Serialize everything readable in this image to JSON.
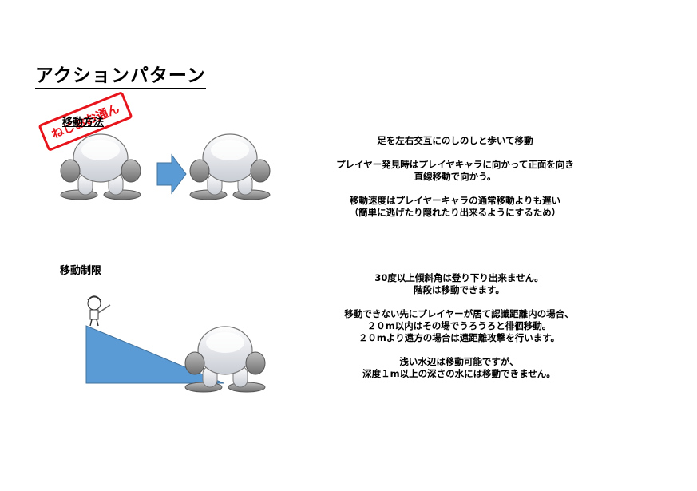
{
  "title": "アクションパターン",
  "section_movement": {
    "heading": "移動方法",
    "stamp": "ねじおお通ん",
    "lines": [
      "足を左右交互にのしのしと歩いて移動",
      "",
      "プレイヤー発見時はプレイヤキャラに向かって正面を向き",
      "直線移動で向かう。",
      "",
      "移動速度はプレイヤーキャラの通常移動よりも遅い",
      "（簡単に逃げたり隠れたり出来るようにするため）"
    ]
  },
  "section_limit": {
    "heading": "移動制限",
    "lines": [
      "30度以上傾斜角は登り下り出来ません。",
      "階段は移動できます。",
      "",
      "移動できない先にプレイヤーが居て認識距離内の場合、",
      "２０m以内はその場でうろうろと徘徊移動。",
      "２０mより遠方の場合は遠距離攻撃を行います。",
      "",
      "浅い水辺は移動可能ですが、",
      "深度１m以上の深さの水には移動できません。"
    ]
  },
  "colors": {
    "arrow": "#5b9bd5",
    "slope": "#5b9bd5",
    "stamp": "#e8141c"
  },
  "icons": [
    "robot-creature-icon",
    "right-arrow-icon",
    "player-character-icon",
    "slope-shape"
  ]
}
